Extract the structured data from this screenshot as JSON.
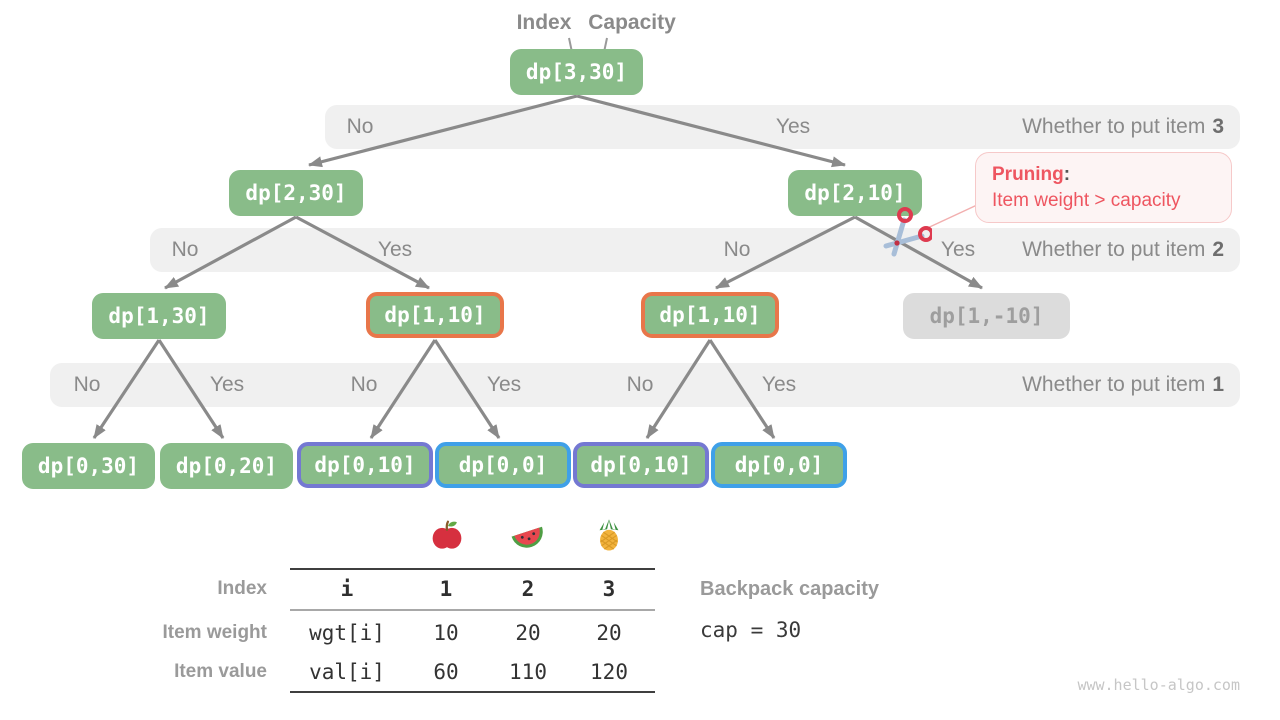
{
  "pointer_labels": {
    "index": "Index",
    "capacity": "Capacity"
  },
  "nodes": {
    "root": "dp[3,30]",
    "l1_no": "dp[2,30]",
    "l1_yes": "dp[2,10]",
    "l2_a": "dp[1,30]",
    "l2_b": "dp[1,10]",
    "l2_c": "dp[1,10]",
    "l2_d": "dp[1,-10]",
    "l3_a": "dp[0,30]",
    "l3_b": "dp[0,20]",
    "l3_c": "dp[0,10]",
    "l3_d": "dp[0,0]",
    "l3_e": "dp[0,10]",
    "l3_f": "dp[0,0]"
  },
  "bands": {
    "item3": {
      "no1": "No",
      "yes1": "Yes",
      "question": "Whether to put item",
      "item": "3"
    },
    "item2": {
      "no1": "No",
      "yes1": "Yes",
      "no2": "No",
      "yes2": "Yes",
      "question": "Whether to put item",
      "item": "2"
    },
    "item1": {
      "no1": "No",
      "yes1": "Yes",
      "no2": "No",
      "yes2": "Yes",
      "no3": "No",
      "yes3": "Yes",
      "question": "Whether to put item",
      "item": "1"
    }
  },
  "pruning": {
    "title": "Pruning",
    "colon": ":",
    "line2": "Item weight > capacity"
  },
  "item_table": {
    "row_labels": [
      "Index",
      "Item weight",
      "Item value"
    ],
    "header": [
      "i",
      "1",
      "2",
      "3"
    ],
    "weight": [
      "wgt[i]",
      "10",
      "20",
      "20"
    ],
    "value": [
      "val[i]",
      "60",
      "110",
      "120"
    ],
    "fruit_icons": [
      "apple-icon",
      "watermelon-icon",
      "pineapple-icon"
    ]
  },
  "backpack": {
    "label": "Backpack capacity",
    "value": "cap = 30"
  },
  "watermark": "www.hello-algo.com",
  "colors": {
    "node_green": "#89bc89",
    "node_gray": "#dcdcdc",
    "band_bg": "#f0f0f0",
    "arrow": "#8a8a8a",
    "orange_border": "#e8764a",
    "purple_border": "#7478d2",
    "blue_border": "#3fa0e8",
    "pruning_red": "#ee5560",
    "pruning_bg": "#fdf4f4",
    "pruning_border": "#f6c9c9"
  }
}
